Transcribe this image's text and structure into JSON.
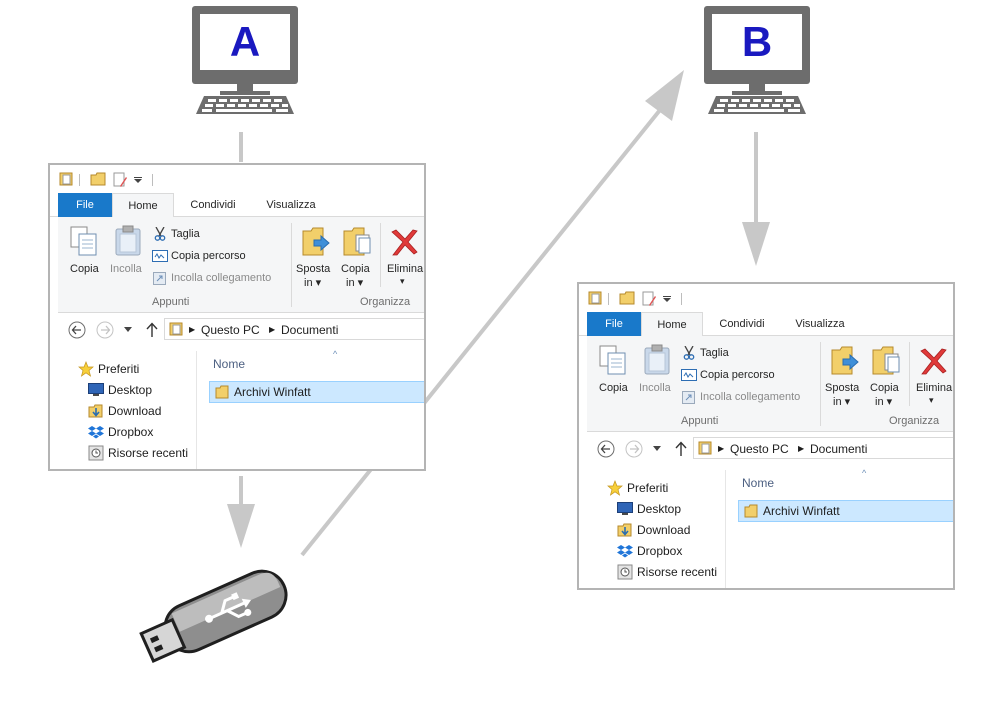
{
  "computers": [
    {
      "id": "A",
      "letter": "A"
    },
    {
      "id": "B",
      "letter": "B"
    }
  ],
  "arrow_color": "#c8c8c8",
  "monitor_color": "#6d6d6d",
  "letter_color": "#1a19c0",
  "explorer": {
    "tabs": {
      "file": "File",
      "home": "Home",
      "condividi": "Condividi",
      "visualizza": "Visualizza"
    },
    "clipboard": {
      "copia": "Copia",
      "incolla": "Incolla",
      "taglia": "Taglia",
      "copia_percorso": "Copia percorso",
      "incolla_collegamento": "Incolla collegamento",
      "group_label": "Appunti"
    },
    "organize": {
      "sposta_line1": "Sposta",
      "sposta_line2": "in ▾",
      "copia_line1": "Copia",
      "copia_line2": "in ▾",
      "elimina": "Elimina",
      "elimina_caret": "▾",
      "group_label": "Organizza"
    },
    "address": {
      "segments": [
        "Questo PC",
        "Documenti"
      ]
    },
    "nav": {
      "preferiti": "Preferiti",
      "desktop": "Desktop",
      "download": "Download",
      "dropbox": "Dropbox",
      "risorse_recenti": "Risorse recenti"
    },
    "column_header": "Nome",
    "sort_caret": "^",
    "selected_item": "Archivi Winfatt"
  },
  "usb_drive": {
    "icon": "usb-icon"
  }
}
